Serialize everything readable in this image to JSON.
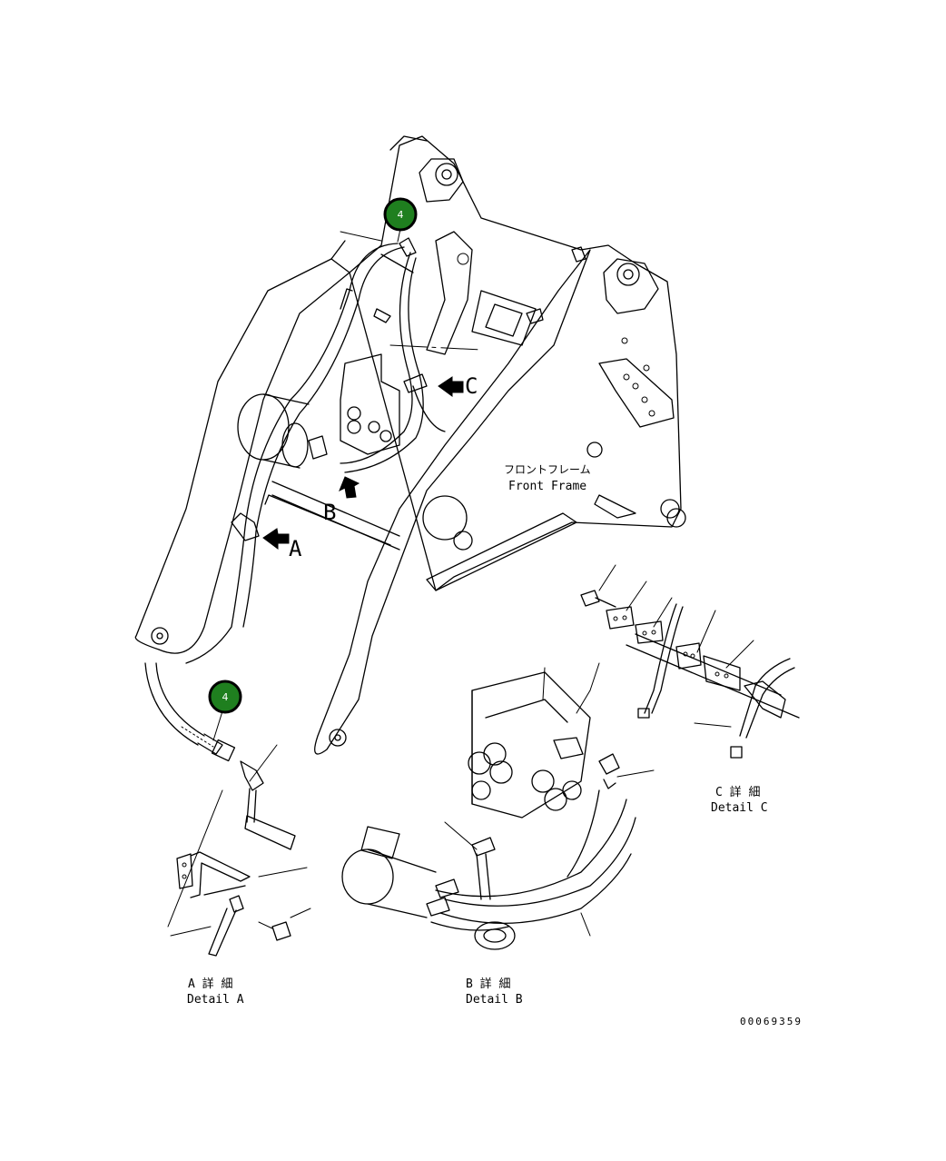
{
  "callouts": [
    {
      "id": "callout-top",
      "number": "4",
      "color": "#1f7f1f"
    },
    {
      "id": "callout-lower",
      "number": "4",
      "color": "#1f7f1f"
    }
  ],
  "view_markers": {
    "a": "A",
    "b": "B",
    "c": "C"
  },
  "front_frame": {
    "jp": "フロントフレーム",
    "en": "Front Frame"
  },
  "detail_a": {
    "jp": "A 詳 細",
    "en": "Detail A"
  },
  "detail_b": {
    "jp": "B 詳 細",
    "en": "Detail B"
  },
  "detail_c": {
    "jp": "C 詳 細",
    "en": "Detail C"
  },
  "drawing_number": "00069359"
}
